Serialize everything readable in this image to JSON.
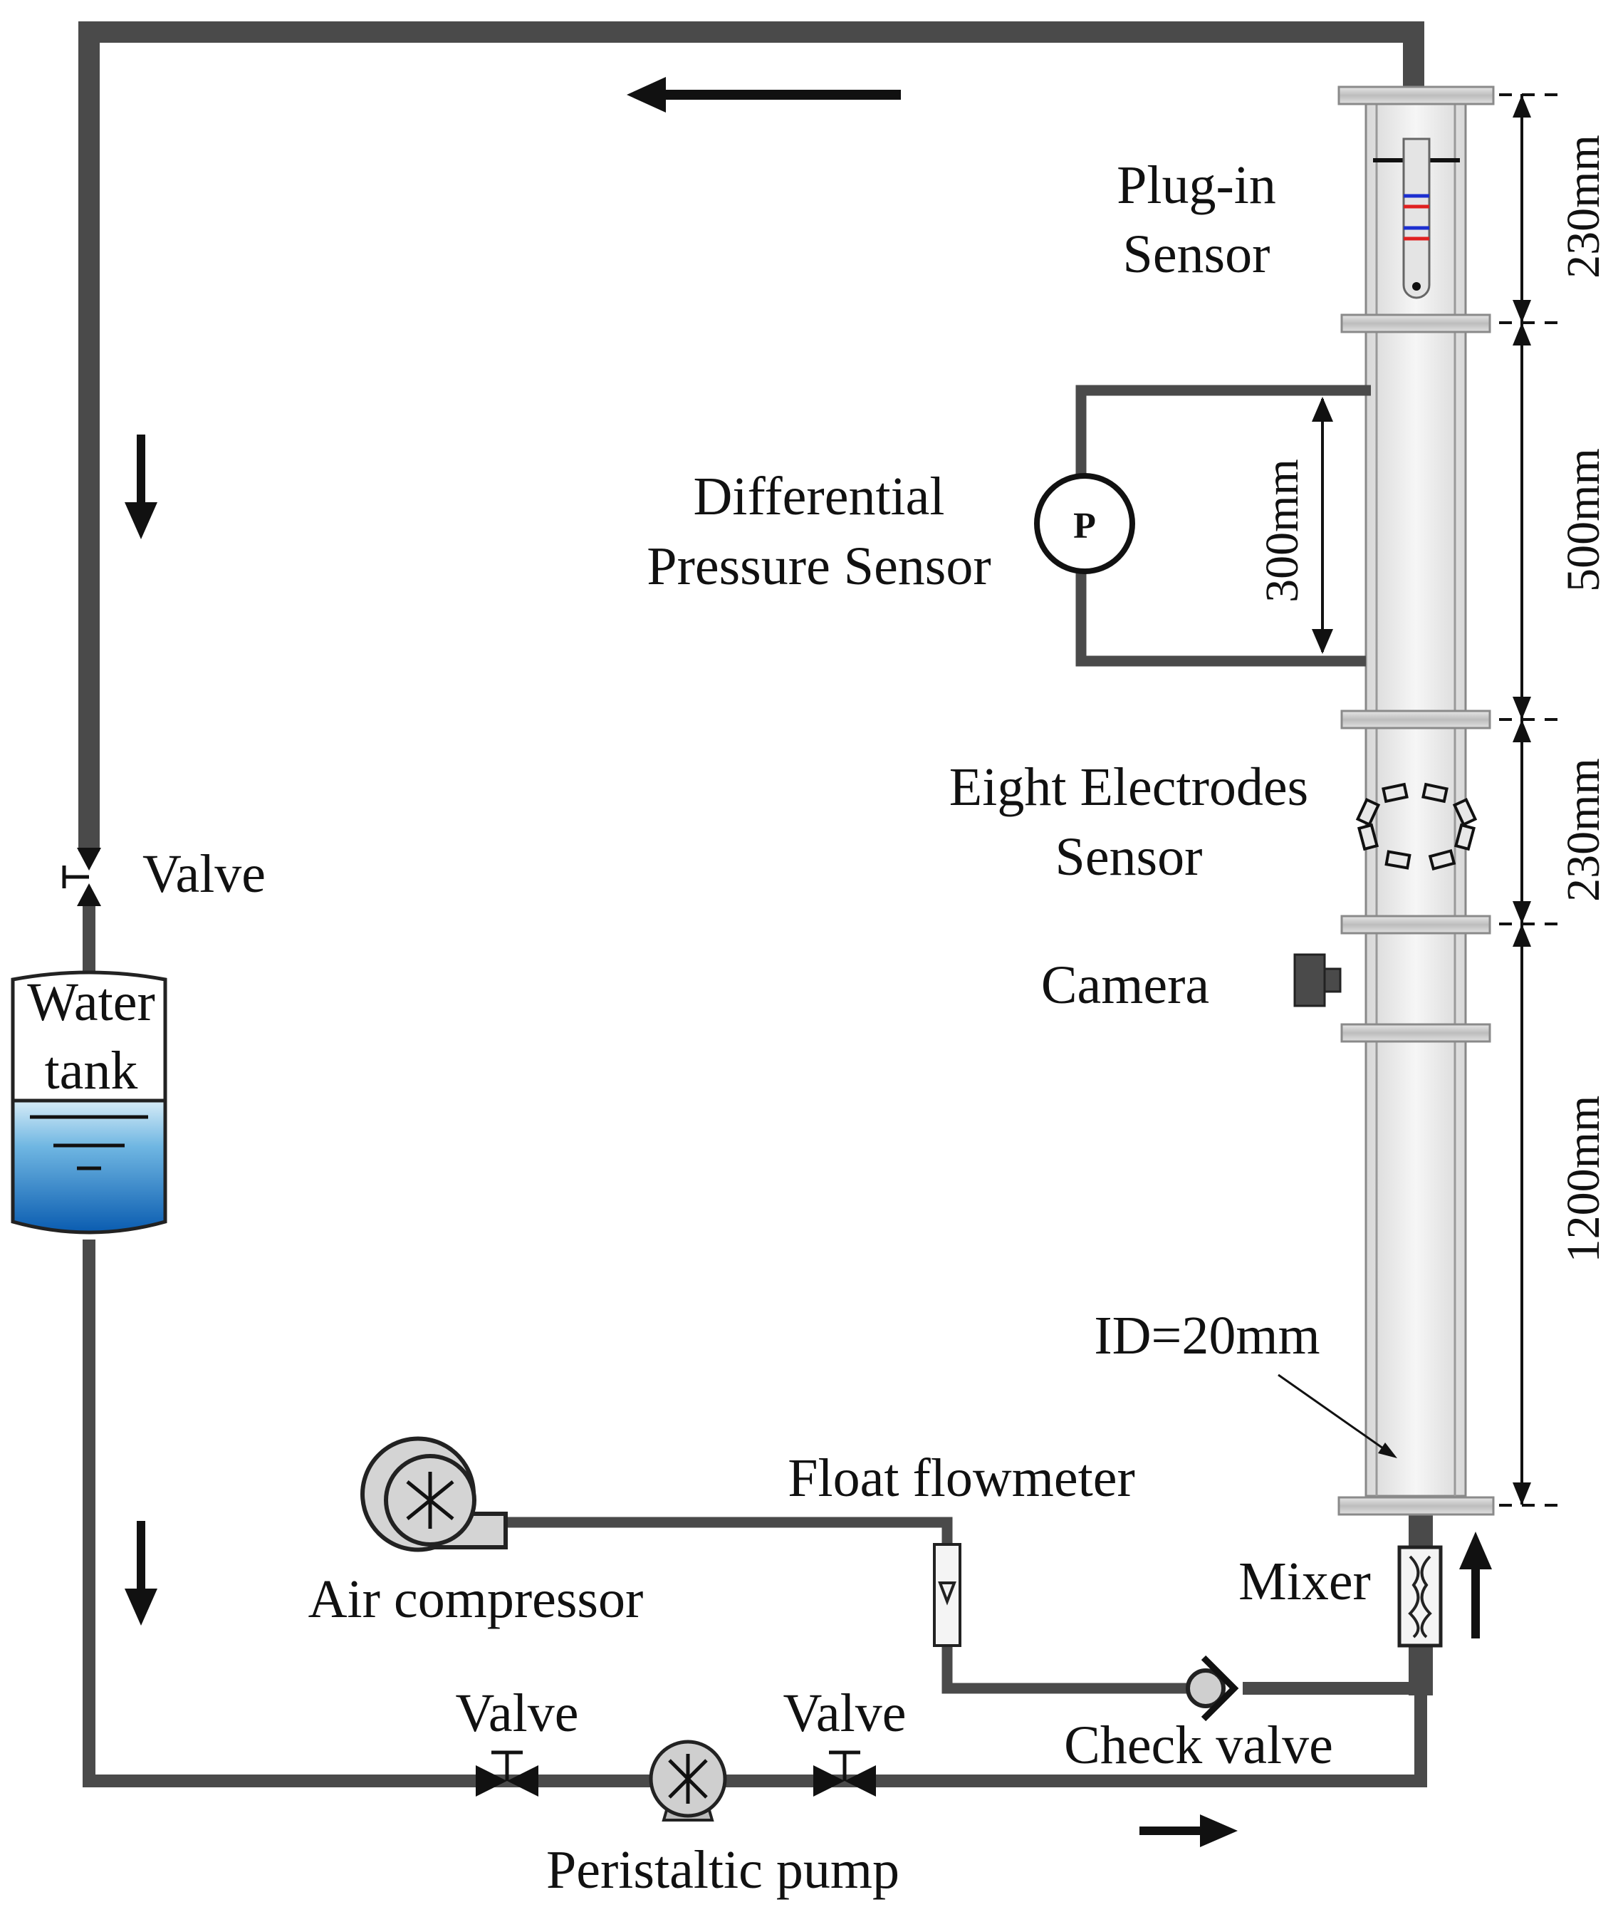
{
  "labels": {
    "plug_in_line1": "Plug-in",
    "plug_in_line2": "Sensor",
    "dp_line1": "Differential",
    "dp_line2": "Pressure Sensor",
    "dp_symbol": "P",
    "eight_line1": "Eight Electrodes",
    "eight_line2": "Sensor",
    "camera": "Camera",
    "id": "ID=20mm",
    "float_flowmeter": "Float flowmeter",
    "air_compressor": "Air compressor",
    "mixer": "Mixer",
    "check_valve": "Check valve",
    "valve_left": "Valve",
    "valve_bottom1": "Valve",
    "valve_bottom2": "Valve",
    "peristaltic_pump": "Peristaltic pump",
    "water_tank_line1": "Water",
    "water_tank_line2": "tank"
  },
  "dimensions": {
    "section_1": "230mm",
    "section_2": "500mm",
    "section_3": "230mm",
    "section_4": "1200mm",
    "dp_span": "300mm"
  },
  "colors": {
    "pipe": "#4a4a4a",
    "arrow": "#111111",
    "water_top": "#cfe8f5",
    "water_bottom": "#0a63b8",
    "electrode_red": "#e02020",
    "electrode_blue": "#1c2fd0",
    "flange": "#d3d3d3"
  }
}
